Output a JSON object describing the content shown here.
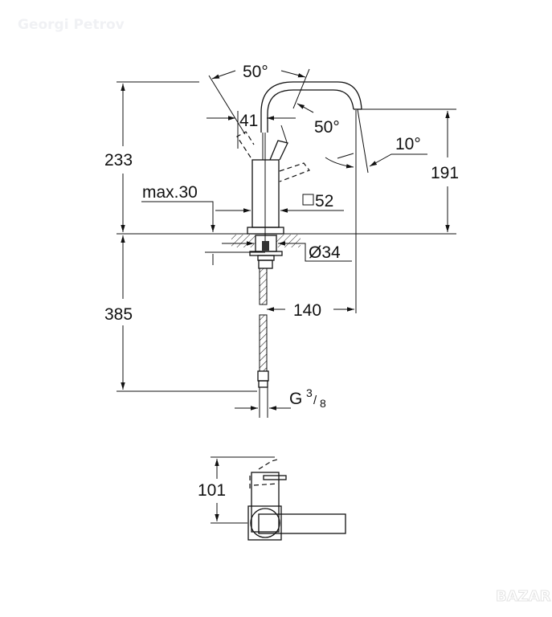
{
  "watermark": "Georgi Petrov",
  "logo": "BAZAR",
  "dimensions": {
    "total_height": "233",
    "spout_height": "191",
    "below_counter": "385",
    "handle_offset": "41",
    "lever_angle_top": "50°",
    "lever_angle_side": "50°",
    "spout_angle": "10°",
    "max_thickness": "max.30",
    "body_square": "52",
    "hole_diameter": "Ø34",
    "spout_reach": "140",
    "connection": "G",
    "connection_fraction_num": "3",
    "connection_fraction_den": "8",
    "side_height": "101"
  }
}
